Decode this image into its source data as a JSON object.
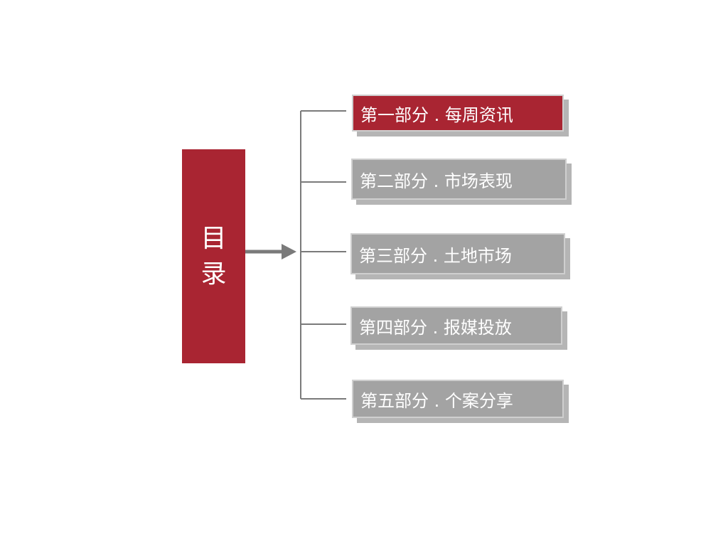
{
  "toc": {
    "char1": "目",
    "char2": "录"
  },
  "items": [
    {
      "label": "第一部分 . 每周资讯",
      "active": true
    },
    {
      "label": "第二部分 . 市场表现",
      "active": false
    },
    {
      "label": "第三部分 . 土地市场",
      "active": false
    },
    {
      "label": "第四部分 . 报媒投放",
      "active": false
    },
    {
      "label": "第五部分 . 个案分享",
      "active": false
    }
  ],
  "colors": {
    "accent": "#a92532",
    "item_gray": "#a3a3a3",
    "line": "#7a7a7a",
    "shadow": "#b5b5b5"
  }
}
